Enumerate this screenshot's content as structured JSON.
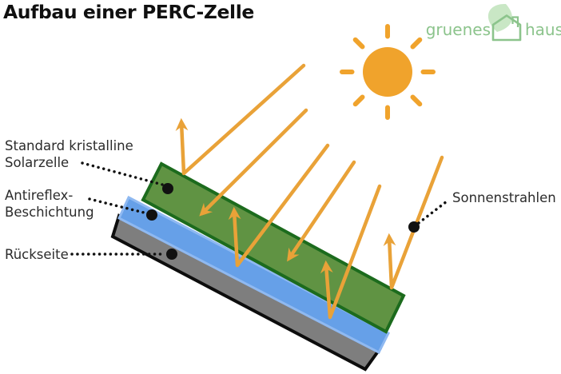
{
  "title": "Aufbau einer PERC-Zelle",
  "logo": {
    "word1": "gruenes",
    "word2": "haus",
    "icon": "house-with-leaf-icon"
  },
  "labels": {
    "standard_line1": "Standard kristalline",
    "standard_line2": "Solarzelle",
    "antireflex_line1": "Antireflex-",
    "antireflex_line2": "Beschichtung",
    "backside": "Rückseite",
    "sunrays": "Sonnenstrahlen"
  },
  "icons": {
    "sun": "sun-icon",
    "sun_rays": "sun-ray-arrows",
    "leaf": "leaf-icon",
    "house": "house-icon"
  },
  "colors": {
    "sun": "#F0A32C",
    "ray": "#E9A238",
    "cell_green": "#609343",
    "cell_green_border": "#1C6B1D",
    "antireflex_blue": "#66A0E8",
    "antireflex_blue_border": "#8FB9F1",
    "backside_gray": "#7E7E7E",
    "backside_gray_border": "#0D0D0D",
    "leader_dot": "#111111",
    "logo_green": "#8CC48C",
    "leaf_green": "#C9E7C5",
    "label_text": "#2B2B2B",
    "title_text": "#101010"
  }
}
